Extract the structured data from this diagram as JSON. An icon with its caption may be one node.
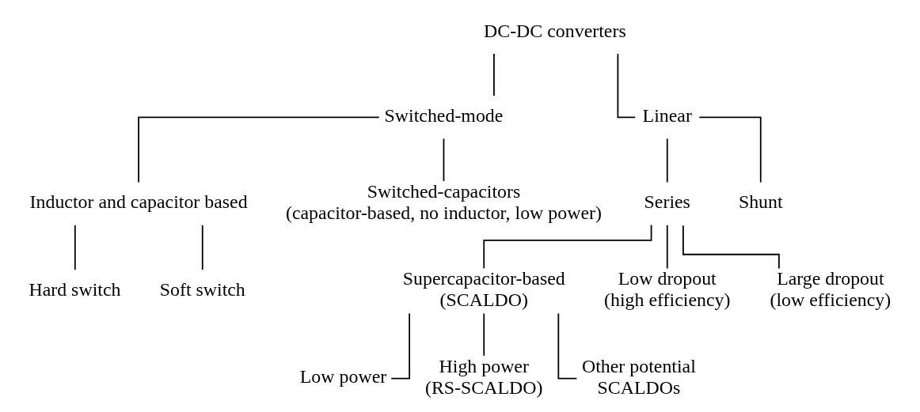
{
  "diagram": {
    "nodes": [
      {
        "text": [
          "DC-DC converters"
        ]
      },
      {
        "text": [
          "Switched-mode"
        ]
      },
      {
        "text": [
          "Linear"
        ]
      },
      {
        "text": [
          "Inductor and capacitor based"
        ]
      },
      {
        "text": [
          "Switched-capacitors",
          "(capacitor-based, no inductor, low power)"
        ]
      },
      {
        "text": [
          "Series"
        ]
      },
      {
        "text": [
          "Shunt"
        ]
      },
      {
        "text": [
          "Hard switch"
        ]
      },
      {
        "text": [
          "Soft switch"
        ]
      },
      {
        "text": [
          "Supercapacitor-based",
          "(SCALDO)"
        ]
      },
      {
        "text": [
          "Low dropout",
          "(high efficiency)"
        ]
      },
      {
        "text": [
          "Large dropout",
          "(low efficiency)"
        ]
      },
      {
        "text": [
          "Low power"
        ]
      },
      {
        "text": [
          "High power",
          "(RS-SCALDO)"
        ]
      },
      {
        "text": [
          "Other potential",
          "SCALDOs"
        ]
      }
    ],
    "edges": [
      {
        "from": 0,
        "to": 1,
        "arrow": "none"
      },
      {
        "from": 0,
        "to": 2,
        "arrow": "none"
      },
      {
        "from": 1,
        "to": 3,
        "arrow": "none"
      },
      {
        "from": 1,
        "to": 4,
        "arrow": "none"
      },
      {
        "from": 2,
        "to": 5,
        "arrow": "none"
      },
      {
        "from": 2,
        "to": 6,
        "arrow": "none"
      },
      {
        "from": 3,
        "to": 7,
        "arrow": "none"
      },
      {
        "from": 3,
        "to": 8,
        "arrow": "none"
      },
      {
        "from": 5,
        "to": 9,
        "arrow": "none"
      },
      {
        "from": 5,
        "to": 10,
        "arrow": "none"
      },
      {
        "from": 5,
        "to": 11,
        "arrow": "none"
      },
      {
        "from": 9,
        "to": 12,
        "arrow": "none"
      },
      {
        "from": 9,
        "to": 13,
        "arrow": "none"
      },
      {
        "from": 9,
        "to": 14,
        "arrow": "none"
      }
    ]
  }
}
